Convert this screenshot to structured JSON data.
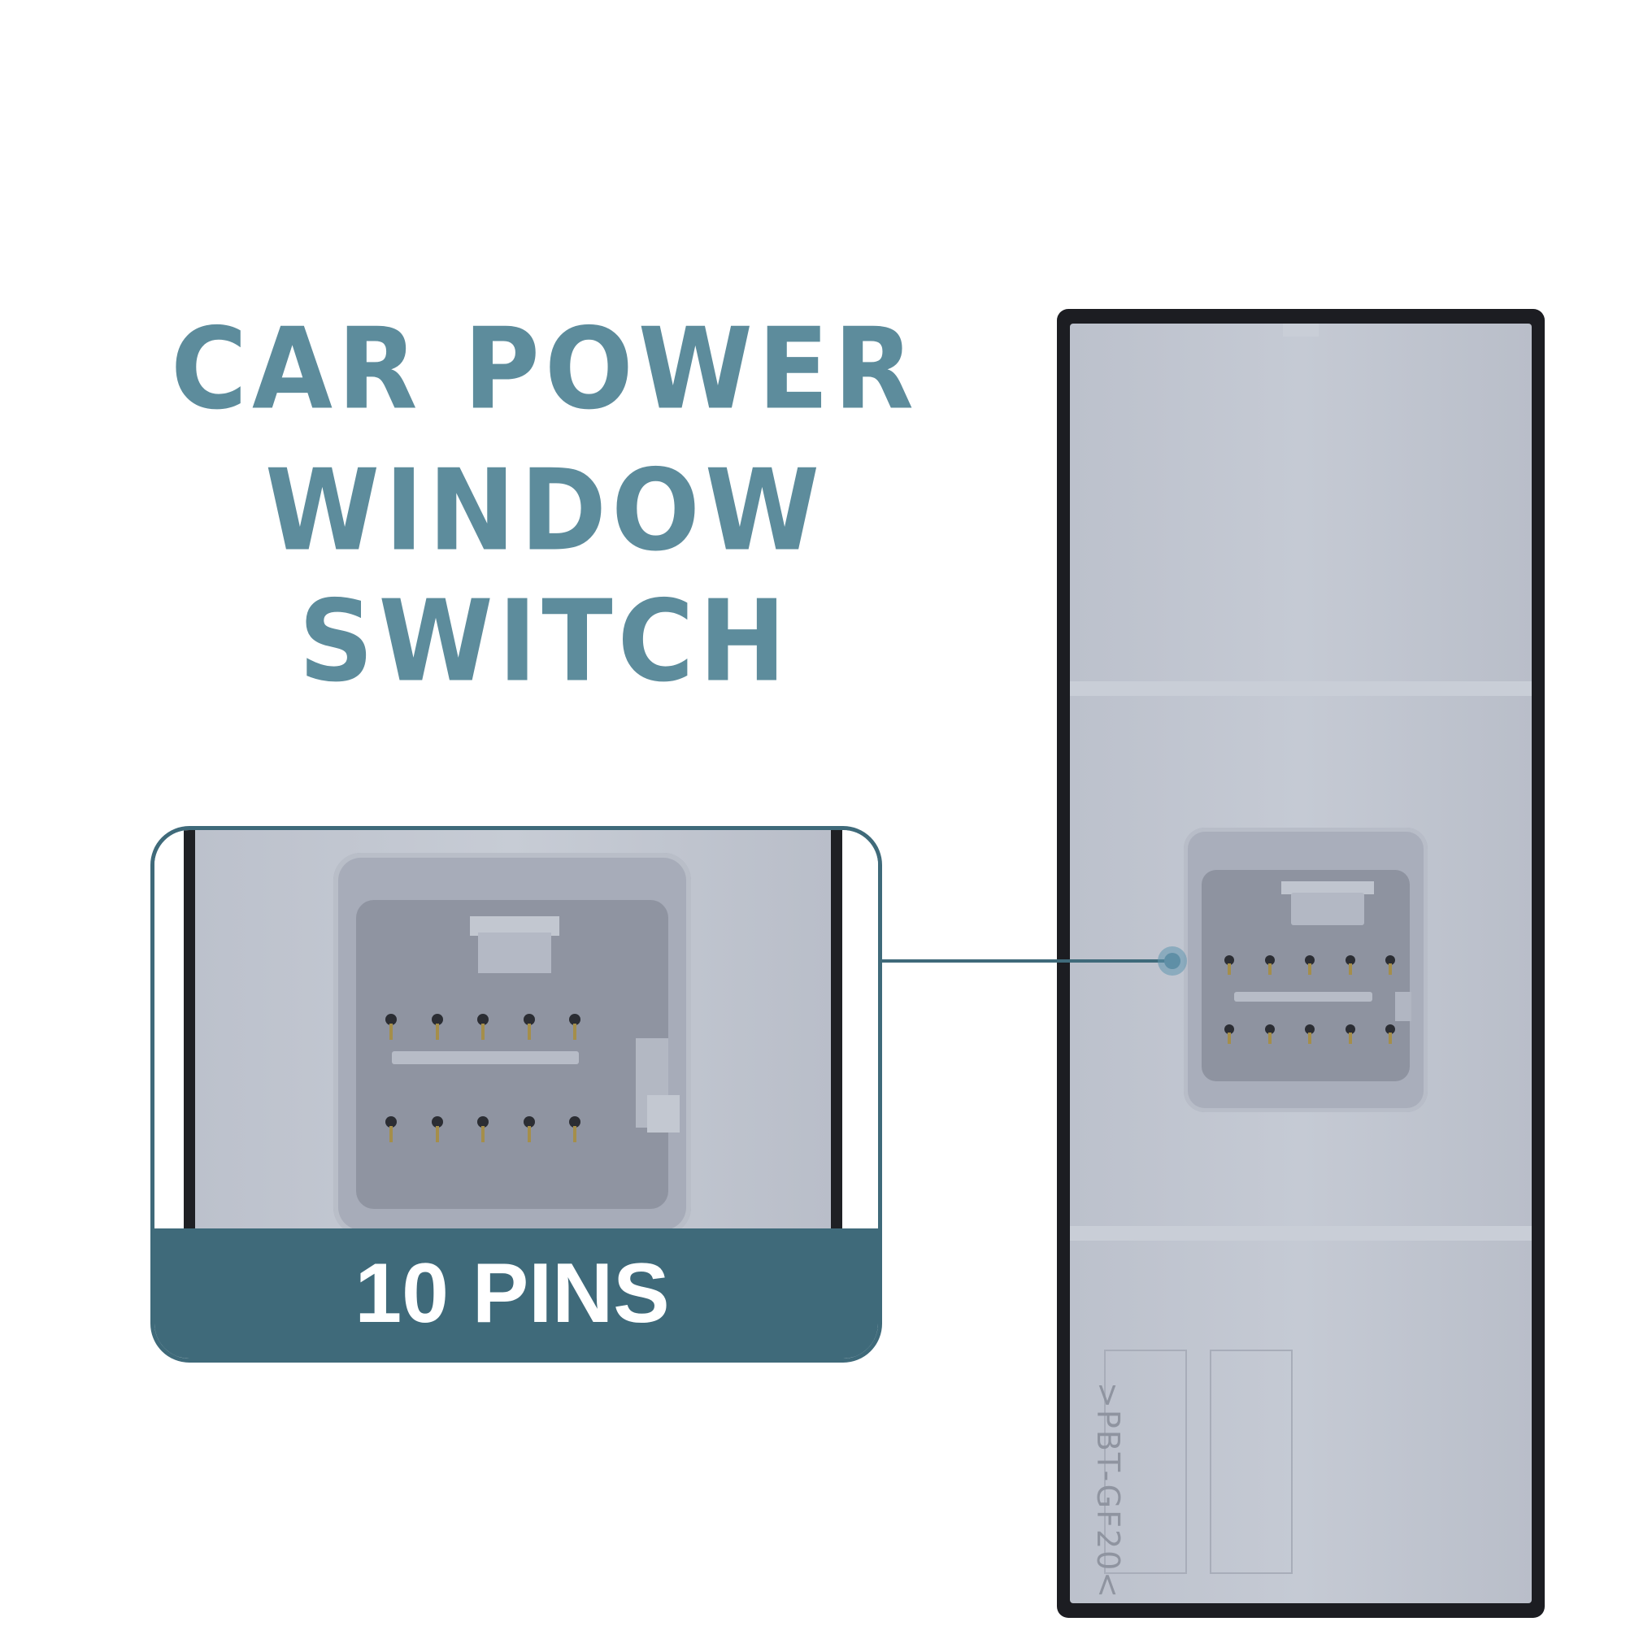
{
  "title": {
    "line1": "CAR POWER",
    "line2": "WINDOW SWITCH"
  },
  "callout": {
    "label": "10 PINS"
  },
  "product": {
    "stamp": ">PBT-GF20<"
  },
  "colors": {
    "title": "#5d8c9c",
    "accent": "#3f6a7a",
    "panel": "#c5cad4",
    "frame": "#1c1d22"
  }
}
